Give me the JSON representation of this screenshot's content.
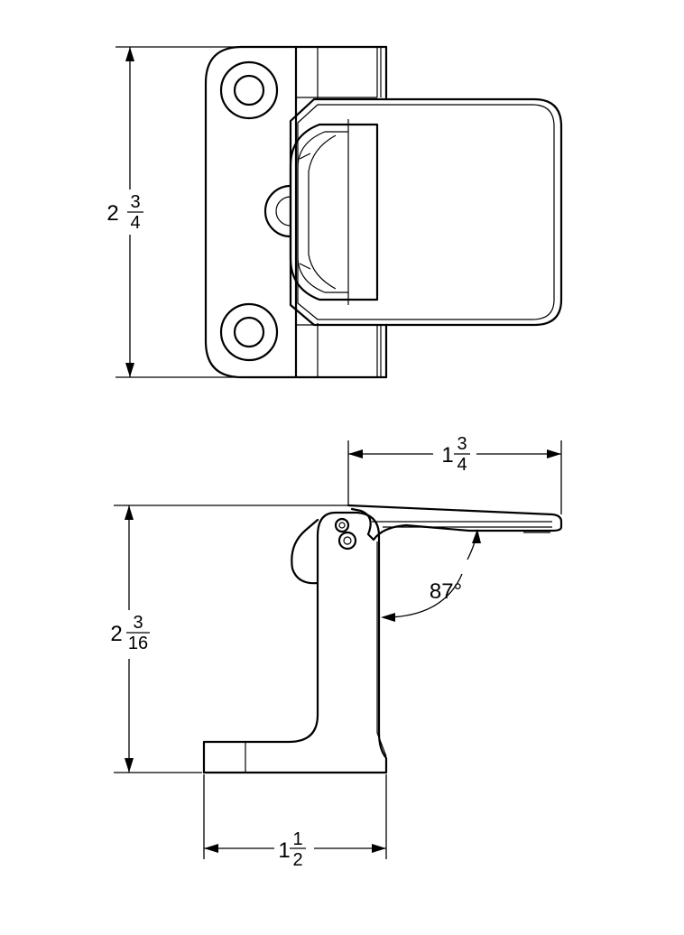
{
  "views": {
    "top_view": {
      "height_dim": {
        "whole": "2",
        "num": "3",
        "den": "4"
      }
    },
    "side_view": {
      "length_dim": {
        "whole": "1",
        "num": "3",
        "den": "4"
      },
      "height_dim": {
        "whole": "2",
        "num": "3",
        "den": "16"
      },
      "base_dim": {
        "whole": "1",
        "num": "1",
        "den": "2"
      },
      "angle": "87°"
    }
  }
}
